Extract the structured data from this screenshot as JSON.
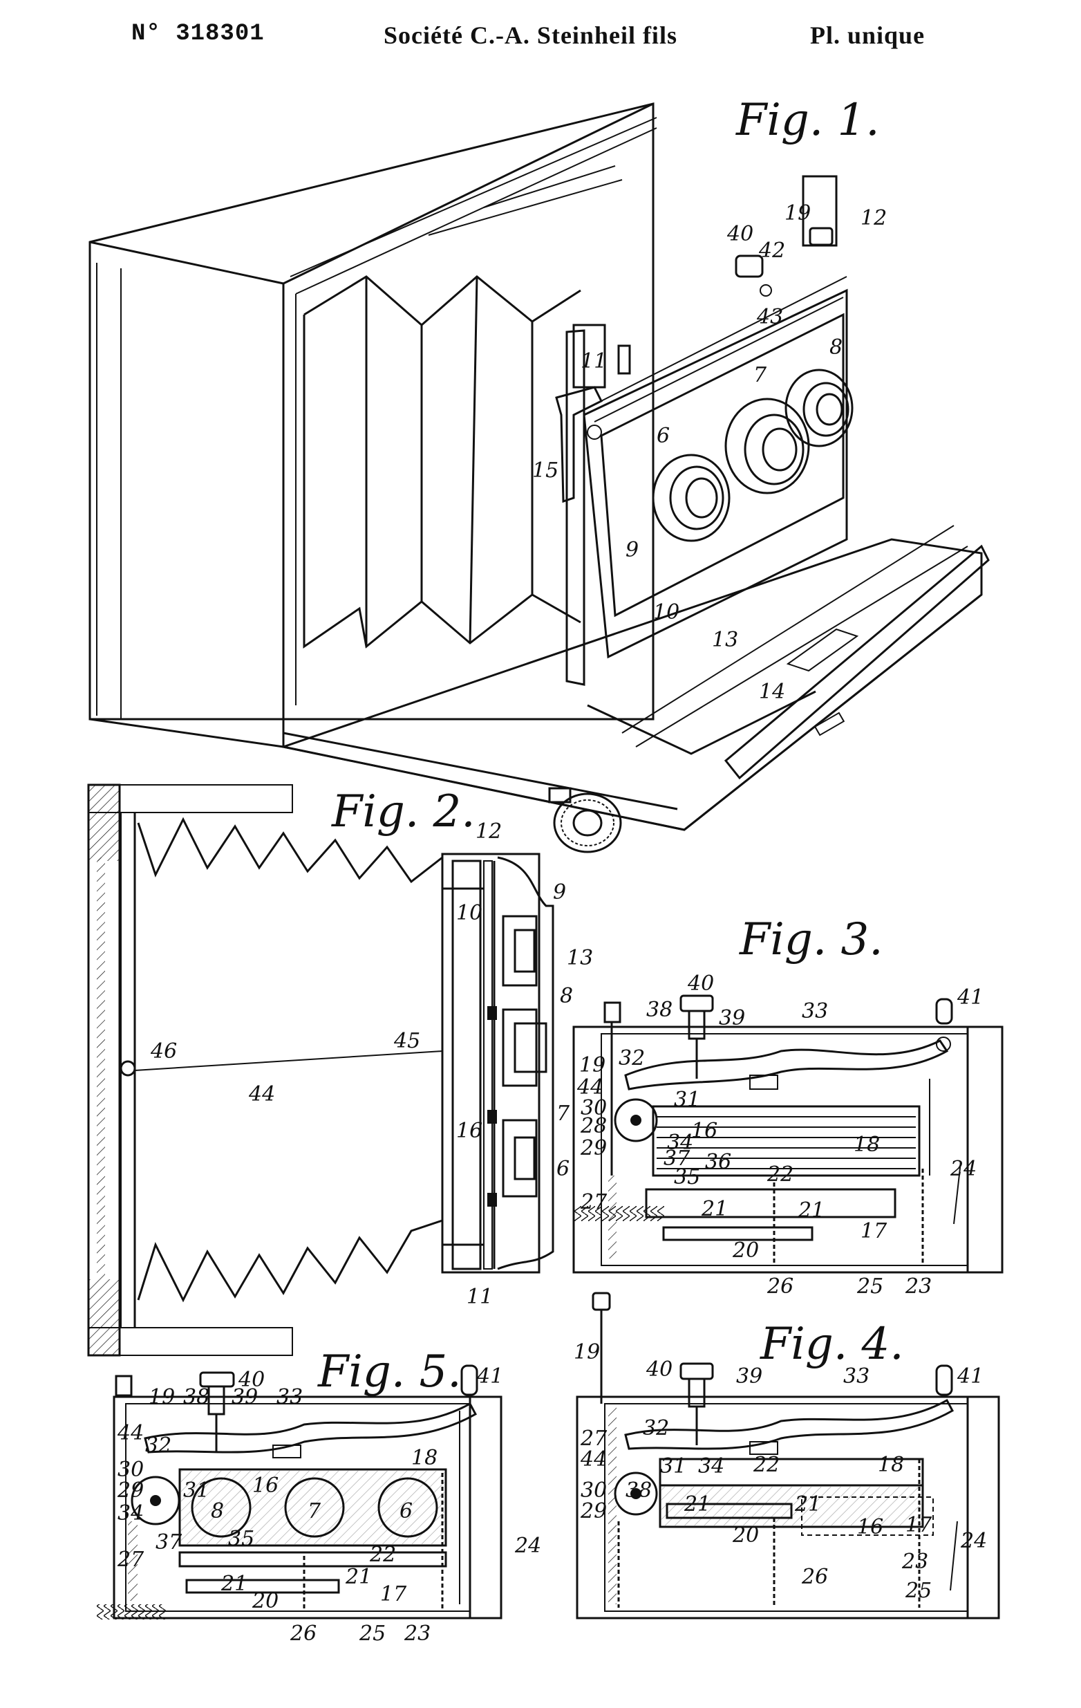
{
  "header": {
    "patent_number": "N° 318301",
    "applicant": "Société C.-A. Steinheil fils",
    "plate": "Pl. unique"
  },
  "figures": {
    "fig1": {
      "title": "Fig. 1.",
      "refs": [
        "19",
        "12",
        "40",
        "42",
        "43",
        "11",
        "8",
        "7",
        "15",
        "6",
        "9",
        "10",
        "13",
        "14"
      ]
    },
    "fig2": {
      "title": "Fig. 2.",
      "refs": [
        "12",
        "9",
        "10",
        "13",
        "8",
        "45",
        "46",
        "44",
        "16",
        "7",
        "6",
        "11"
      ]
    },
    "fig3": {
      "title": "Fig. 3.",
      "refs": [
        "40",
        "41",
        "38",
        "39",
        "33",
        "19",
        "32",
        "44",
        "30",
        "31",
        "28",
        "16",
        "29",
        "34",
        "18",
        "37",
        "36",
        "35",
        "22",
        "24",
        "27",
        "21",
        "21",
        "17",
        "20",
        "26",
        "25",
        "23"
      ]
    },
    "fig4": {
      "title": "Fig. 4.",
      "refs": [
        "19",
        "40",
        "39",
        "41",
        "33",
        "27",
        "32",
        "44",
        "31",
        "34",
        "22",
        "18",
        "30",
        "38",
        "29",
        "21",
        "21",
        "16",
        "17",
        "20",
        "24",
        "23",
        "26",
        "25"
      ]
    },
    "fig5": {
      "title": "Fig. 5.",
      "refs": [
        "19",
        "40",
        "38",
        "39",
        "33",
        "41",
        "44",
        "32",
        "30",
        "29",
        "31",
        "18",
        "16",
        "34",
        "8",
        "7",
        "6",
        "27",
        "35",
        "37",
        "22",
        "24",
        "21",
        "21",
        "17",
        "20",
        "26",
        "25",
        "23"
      ]
    }
  }
}
